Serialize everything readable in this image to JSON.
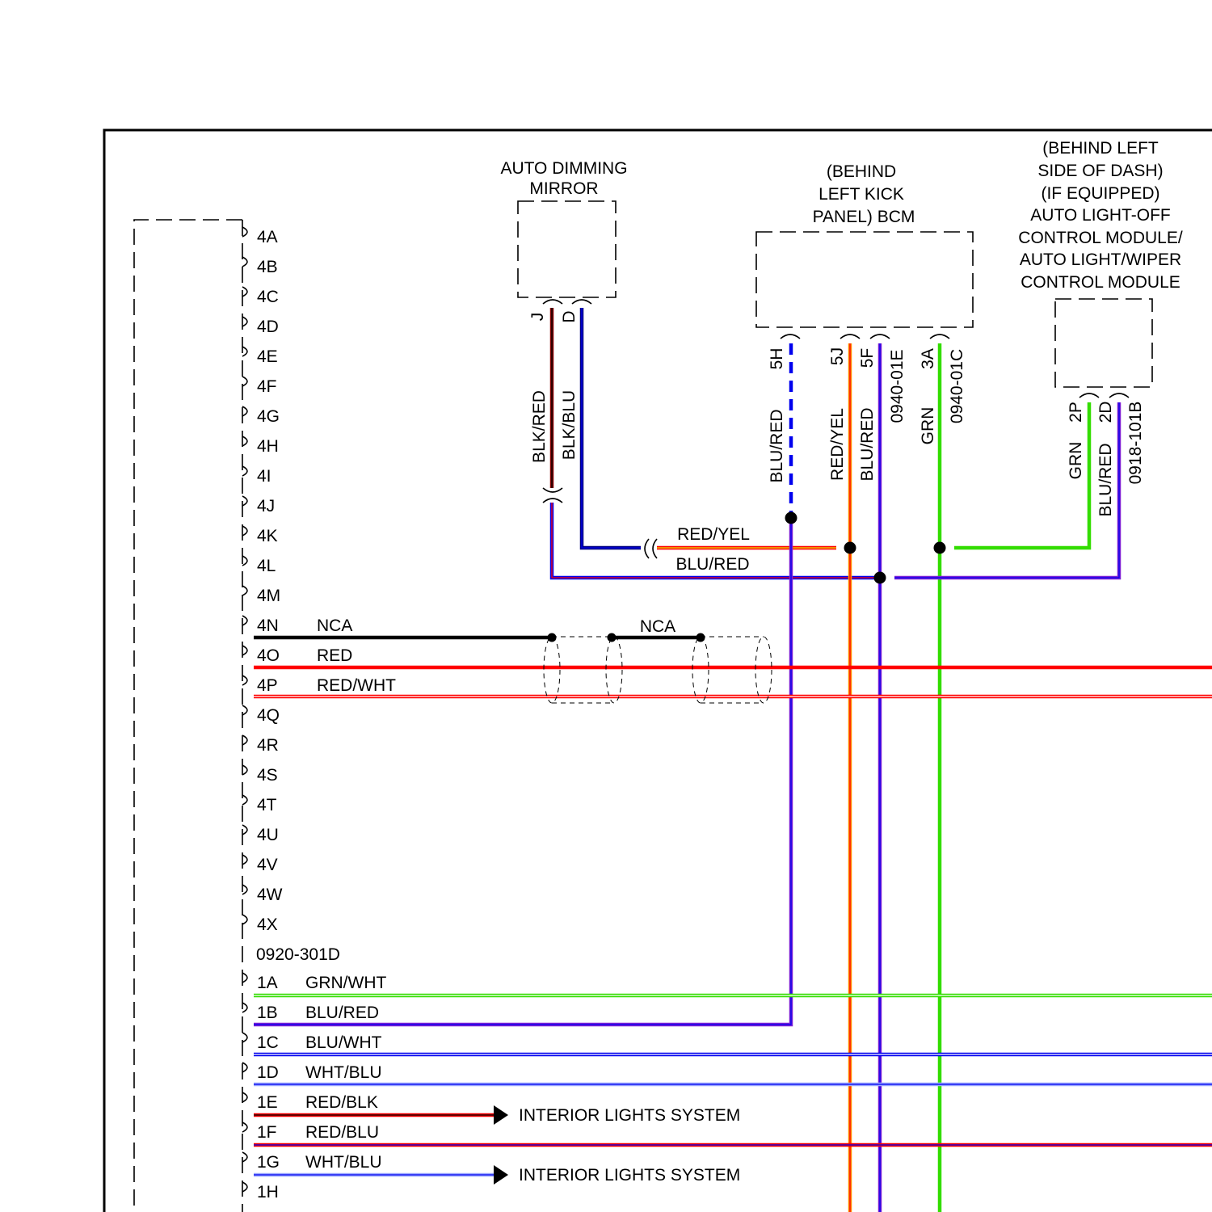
{
  "colors": {
    "red": "#ff0000",
    "orange": "#ff8c00",
    "yellow": "#e8e800",
    "green": "#33dd00",
    "blue": "#0000ee",
    "purple": "#7a1fd6",
    "darkred": "#8b0000",
    "black": "#000000",
    "white": "#ffffff",
    "navy": "#000080",
    "lightblue": "#9aa8ff"
  },
  "components": {
    "mirror": {
      "line1": "AUTO DIMMING",
      "line2": "MIRROR",
      "pin_j": "J",
      "pin_d": "D"
    },
    "bcm": {
      "line1": "(BEHIND",
      "line2": "LEFT KICK",
      "line3": "PANEL) BCM",
      "pins": [
        "5H",
        "5J",
        "5F",
        "3A"
      ],
      "connector_e": "0940-01E",
      "connector_c": "0940-01C"
    },
    "auto_light": {
      "lines": [
        "(BEHIND LEFT",
        "SIDE OF DASH)",
        "(IF EQUIPPED)",
        "AUTO LIGHT-OFF",
        "CONTROL MODULE/",
        "AUTO LIGHT/WIPER",
        "CONTROL MODULE"
      ],
      "pins": [
        "2P",
        "2D"
      ],
      "connector": "0918-101B"
    },
    "left_module": {
      "connector_label": "0920-301D"
    }
  },
  "wire_labels": {
    "mirror_j": "BLK/RED",
    "mirror_d": "BLK/BLU",
    "bcm_5h": "BLU/RED",
    "bcm_5j": "RED/YEL",
    "bcm_5f": "BLU/RED",
    "bcm_3a": "GRN",
    "al_2p": "GRN",
    "al_2d": "BLU/RED",
    "h_red_yel": "RED/YEL",
    "h_blu_red": "BLU/RED",
    "nca_shield": "NCA"
  },
  "pins_4": [
    "4A",
    "4B",
    "4C",
    "4D",
    "4E",
    "4F",
    "4G",
    "4H",
    "4I",
    "4J",
    "4K",
    "4L",
    "4M",
    "4N",
    "4O",
    "4P",
    "4Q",
    "4R",
    "4S",
    "4T",
    "4U",
    "4V",
    "4W",
    "4X"
  ],
  "pin_wires_4": {
    "4N": "NCA",
    "4O": "RED",
    "4P": "RED/WHT"
  },
  "pins_1": [
    "1A",
    "1B",
    "1C",
    "1D",
    "1E",
    "1F",
    "1G",
    "1H"
  ],
  "pin_wires_1": {
    "1A": "GRN/WHT",
    "1B": "BLU/RED",
    "1C": "BLU/WHT",
    "1D": "WHT/BLU",
    "1E": "RED/BLK",
    "1F": "RED/BLU",
    "1G": "WHT/BLU"
  },
  "arrows": {
    "interior_1": "INTERIOR LIGHTS SYSTEM",
    "interior_2": "INTERIOR LIGHTS SYSTEM"
  }
}
